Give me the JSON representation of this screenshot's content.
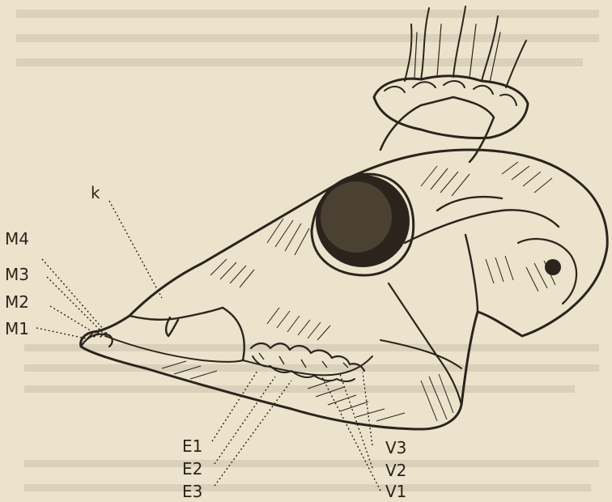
{
  "figure": {
    "labels": {
      "k": "k",
      "m4": "M4",
      "m3": "M3",
      "m2": "M2",
      "m1": "M1",
      "e1": "E1",
      "e2": "E2",
      "e3": "E3",
      "v3": "V3",
      "v2": "V2",
      "v1": "V1"
    },
    "colors": {
      "paper": "#ece3cc",
      "ink": "#2a241c"
    }
  }
}
